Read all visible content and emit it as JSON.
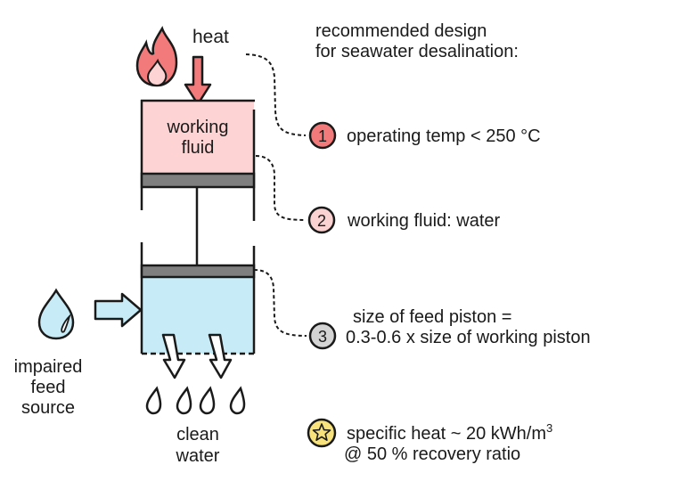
{
  "colors": {
    "heat_red": "#f27a7a",
    "working_fluid_pink": "#fdd3d3",
    "feed_blue": "#c8ecf7",
    "piston_gray": "#7f7f7f",
    "badge1": "#f27a7a",
    "badge2": "#fbd2d2",
    "badge3": "#d4d4d4",
    "badge_star": "#f7e27c",
    "ink": "#1a1a1a"
  },
  "labels": {
    "heat": "heat",
    "working_fluid_line1": "working",
    "working_fluid_line2": "fluid",
    "feed_line1": "impaired",
    "feed_line2": "feed",
    "feed_line3": "source",
    "clean_line1": "clean",
    "clean_line2": "water"
  },
  "recommendations": {
    "heading_line1": "recommended design",
    "heading_line2": "for seawater desalination:",
    "items": [
      {
        "badge": "1",
        "text": "operating temp < 250 °C"
      },
      {
        "badge": "2",
        "text": "working fluid: water"
      },
      {
        "badge": "3",
        "text_line1": "size of feed piston =",
        "text_line2": "0.3-0.6 x size of working piston"
      }
    ],
    "star": {
      "badge": "☆",
      "text_line1": "specific heat ~ 20 kWh/m",
      "superscript": "3",
      "text_line2": "@ 50 % recovery ratio"
    }
  },
  "icons": [
    "flame-icon",
    "down-arrow-icon",
    "water-drop-icon",
    "right-arrow-icon",
    "outflow-arrow-icon",
    "clean-water-drop-icon",
    "star-icon"
  ]
}
